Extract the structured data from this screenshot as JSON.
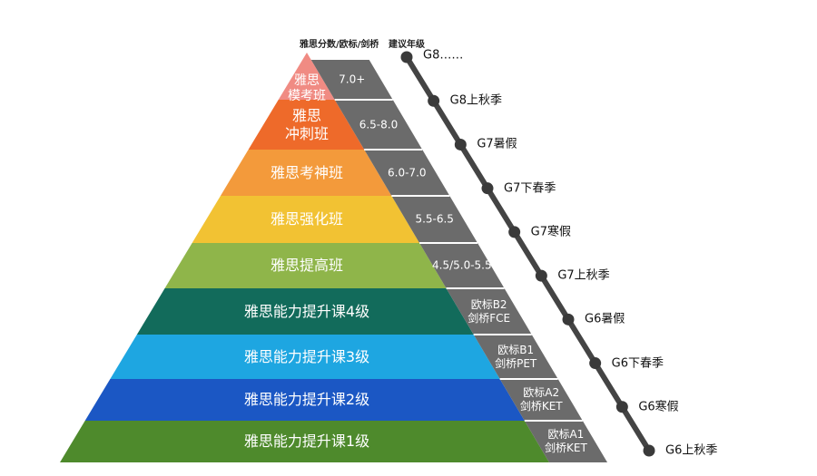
{
  "headers": {
    "score": "雅思分数/欧标/剑桥",
    "grade": "建议年级"
  },
  "levels": [
    {
      "label": "雅思\n模考班",
      "score": "7.0+",
      "color": "#f08b83",
      "text_color": "#ffffff"
    },
    {
      "label": "雅思\n冲刺班",
      "score": "6.5-8.0",
      "color": "#ee6a2a"
    },
    {
      "label": "雅思考神班",
      "score": "6.0-7.0",
      "color": "#f39a3b"
    },
    {
      "label": "雅思强化班",
      "score": "5.5-6.5",
      "color": "#f2c233"
    },
    {
      "label": "雅思提高班",
      "score": "4.5/5.0-5.5",
      "color": "#8fb54a"
    },
    {
      "label": "雅思能力提升课4级",
      "score": "欧标B2\n剑桥FCE",
      "color": "#126b5b"
    },
    {
      "label": "雅思能力提升课3级",
      "score": "欧标B1\n剑桥PET",
      "color": "#1ea6e1"
    },
    {
      "label": "雅思能力提升课2级",
      "score": "欧标A2\n剑桥KET",
      "color": "#1b57c4"
    },
    {
      "label": "雅思能力提升课1级",
      "score": "欧标A1\n剑桥KET",
      "color": "#4e8a2c"
    }
  ],
  "grades": [
    "G8……",
    "G8上秋季",
    "G7暑假",
    "G7下春季",
    "G7寒假",
    "G7上秋季",
    "G6暑假",
    "G6下春季",
    "G6寒假",
    "G6上秋季"
  ],
  "colors": {
    "band": "#6b6b6b",
    "band_divider": "#ffffff",
    "timeline": "#444444",
    "dot": "#3a3a3a"
  }
}
